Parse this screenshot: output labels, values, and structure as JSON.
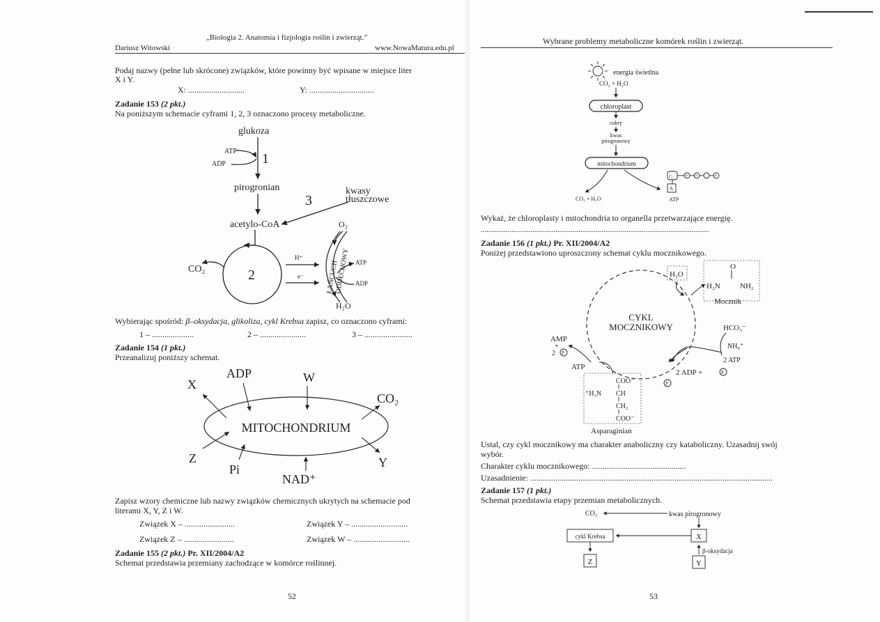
{
  "left": {
    "header_author": "Dariusz Witowski",
    "header_title": "„Biologia 2. Anatomia i fizjologia roślin i zwierząt.”",
    "header_url": "www.NowaMatura.edu.pl",
    "intro_line1": "Podaj nazwy (pełne lub skrócone) związków, które powinny być wpisane w miejsce liter",
    "intro_line2": "X i Y.",
    "x_blank": "X: ...........................",
    "y_blank": "Y: ...............................",
    "task153_title": "Zadanie 153",
    "task153_points": "(2 pkt.)",
    "task153_text": "Na poniższym schemacie cyframi 1, 2, 3 oznaczono procesy metaboliczne.",
    "d153": {
      "glukoza": "glukoza",
      "atp": "ATP",
      "adp": "ADP",
      "n1": "1",
      "pirogronian": "pirogronian",
      "n3": "3",
      "kwasy": "kwasy",
      "tluszczowe": "tłuszczowe",
      "acetylo": "acetylo-CoA",
      "o2": "O₂",
      "co2": "CO₂",
      "n2": "2",
      "h_plus": "H⁺",
      "e_minus": "e⁻",
      "lancuch": "ŁAŃCUCH",
      "oddechowy": "ODDECHOWY",
      "atp2": "ATP",
      "adp2": "ADP",
      "h2o": "H₂O"
    },
    "task153_choose_prefix": "Wybierając spośród:",
    "task153_choose_options": "β–oksydacja, glikoliza, cykl Krebsa",
    "task153_choose_suffix": "zapisz, co oznaczono cyframi:",
    "a1": "1 – ....................",
    "a2": "2 – ......................",
    "a3": "3 – .......................",
    "task154_title": "Zadanie 154",
    "task154_points": "(1 pkt.)",
    "task154_text": "Przeanalizuj poniższy schemat.",
    "d154": {
      "adp": "ADP",
      "w": "W",
      "x": "X",
      "co2": "CO₂",
      "mito": "MITOCHONDRIUM",
      "z": "Z",
      "y": "Y",
      "pi": "Pi",
      "nad": "NAD⁺"
    },
    "task154_q1": "Zapisz wzory chemiczne lub nazwy związków chemicznych ukrytych na schemacie pod",
    "task154_q2": "literami X, Y, Z i W.",
    "zx": "Związek X – ........................",
    "zy": "Związek Y – ...........................",
    "zz": "Związek Z – ........................",
    "zw": "Związek W – ...........................",
    "task155_title": "Zadanie 155",
    "task155_points": "(2 pkt.)",
    "task155_ref": "Pr. XII/2004/A2",
    "task155_text": "Schemat przedstawia przemiany zachodzące w komórce roślinnej.",
    "page_no": "52"
  },
  "right": {
    "header_title": "Wybrane problemy metaboliczne komórek roślin i zwierząt.",
    "d155": {
      "energia": "energia świetlna",
      "co2h2o": "CO₂ + H₂O",
      "chloroplast": "chloroplast",
      "cukry": "cukry",
      "kwas": "kwas",
      "pirogronowy": "pirogronowy",
      "mito": "mitochondrium",
      "co2h2o2": "CO₂ + H₂O",
      "atp": "ATP",
      "c5": "C₅",
      "a": "A",
      "p": "P"
    },
    "wykaz": "Wykaż, że chloroplasty i mitochondria to organella przetwarzające energię.",
    "wykaz_dots": ".......................................................................................................................",
    "task156_title": "Zadanie 156",
    "task156_points": "(1 pkt.)",
    "task156_ref": "Pr. XII/2004/A2",
    "task156_text": "Poniżej przedstawiono uproszczony schemat cyklu mocznikowego.",
    "d156": {
      "h2o": "H₂O",
      "o": "O",
      "h2n": "H₂N",
      "nh2": "NH₂",
      "mocznik": "Mocznik",
      "cykl": "CYKL",
      "mocznikowy": "MOCZNIKOWY",
      "hco3": "HCO₃⁻",
      "nh4": "NH₄⁺",
      "atp2": "2 ATP",
      "adp2": "2 ADP +",
      "amp": "AMP",
      "plus": "+",
      "p2": "2",
      "atp": "ATP",
      "coo1": "COO⁻",
      "h3n": "⁺H₃N",
      "ch": "CH",
      "ch2": "CH₂",
      "coo2": "COO⁻",
      "asparaginian": "Asparaginian",
      "p": "P"
    },
    "task156_q1": "Ustal, czy cykl mocznikowy ma charakter anaboliczny czy kataboliczny. Uzasadnij swój",
    "task156_q2": "wybór.",
    "charakter": "Charakter cyklu mocznikowego: .............................................",
    "uzasadnienie": "Uzasadnienie: ....................................................................................................................",
    "task157_title": "Zadanie 157",
    "task157_points": "(1 pkt.)",
    "task157_text": "Schemat przedstawia etapy przemian metabolicznych.",
    "d157": {
      "co2": "CO₂",
      "kwas": "kwas pirogronowy",
      "krebs": "cykl Krebsa",
      "x": "X",
      "z": "Z",
      "y": "Y",
      "boks": "β-oksydacja"
    },
    "page_no": "53"
  }
}
